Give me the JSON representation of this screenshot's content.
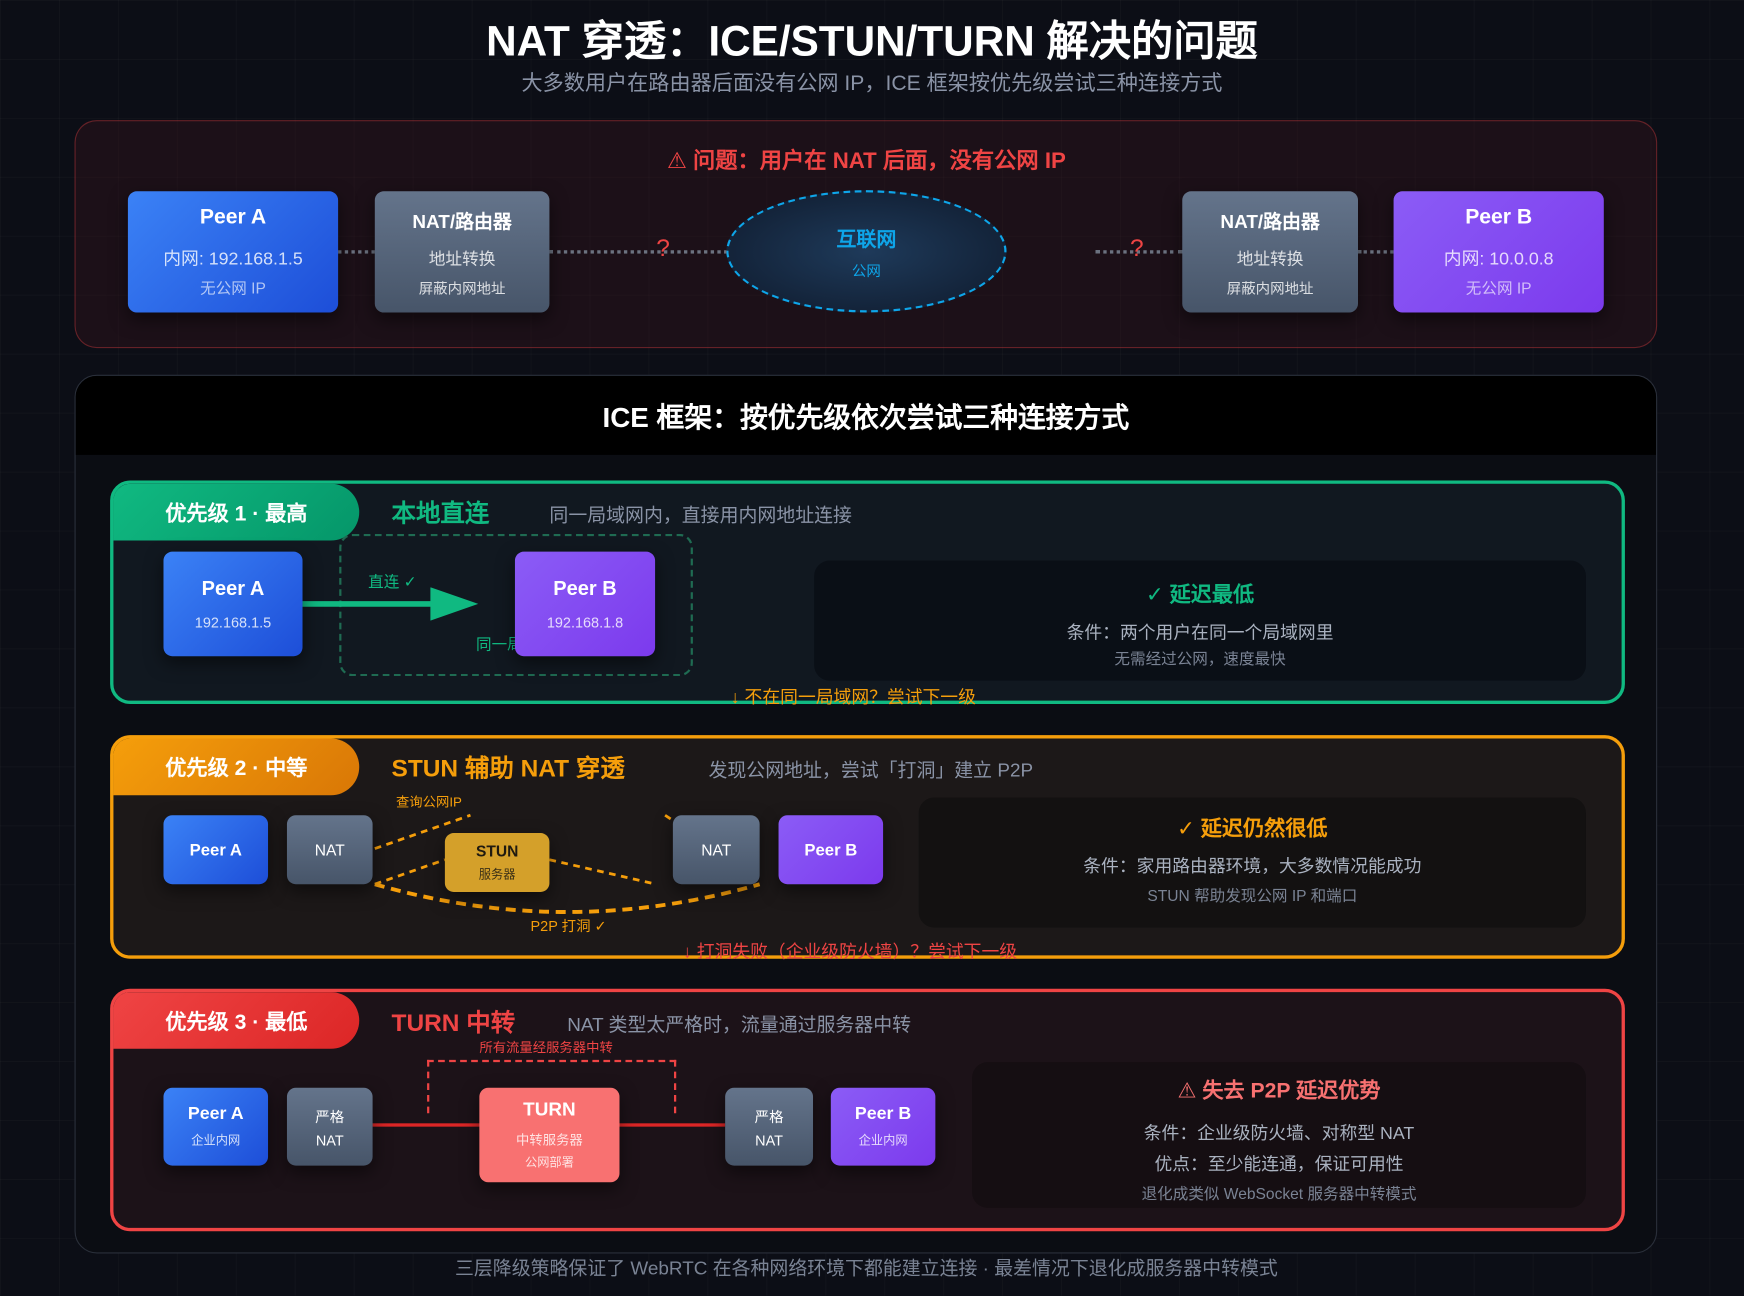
{
  "header": {
    "title": "NAT 穿透：ICE/STUN/TURN 解决的问题",
    "subtitle": "大多数用户在路由器后面没有公网 IP，ICE 框架按优先级尝试三种连接方式"
  },
  "problem": {
    "heading": "⚠ 问题：用户在 NAT 后面，没有公网 IP",
    "peer_a": {
      "name": "Peer A",
      "ip": "内网: 192.168.1.5",
      "note": "无公网 IP"
    },
    "nat_a": {
      "name": "NAT/路由器",
      "line1": "地址转换",
      "line2": "屏蔽内网地址"
    },
    "internet": {
      "name": "互联网",
      "sub": "公网"
    },
    "question": "?",
    "nat_b": {
      "name": "NAT/路由器",
      "line1": "地址转换",
      "line2": "屏蔽内网地址"
    },
    "peer_b": {
      "name": "Peer B",
      "ip": "内网: 10.0.0.8",
      "note": "无公网 IP"
    }
  },
  "ice": {
    "title": "ICE 框架：按优先级依次尝试三种连接方式"
  },
  "tier1": {
    "badge": "优先级 1 · 最高",
    "title": "本地直连",
    "desc": "同一局域网内，直接用内网地址连接",
    "peer_a": {
      "name": "Peer A",
      "ip": "192.168.1.5"
    },
    "peer_b": {
      "name": "Peer B",
      "ip": "192.168.1.8"
    },
    "arrow_label": "直连 ✓",
    "lan_label": "同一局",
    "panel": {
      "title": "✓ 延迟最低",
      "line1": "条件：两个用户在同一个局域网里",
      "line2": "无需经过公网，速度最快"
    },
    "fallback": "↓ 不在同一局域网？尝试下一级"
  },
  "tier2": {
    "badge": "优先级 2 · 中等",
    "title": "STUN 辅助 NAT 穿透",
    "desc": "发现公网地址，尝试「打洞」建立 P2P",
    "peer_a": "Peer A",
    "nat_a": "NAT",
    "stun": {
      "name": "STUN",
      "sub": "服务器"
    },
    "nat_b": "NAT",
    "peer_b": "Peer B",
    "query_label": "查询公网IP",
    "p2p_label": "P2P 打洞 ✓",
    "panel": {
      "title": "✓ 延迟仍然很低",
      "line1": "条件：家用路由器环境，大多数情况能成功",
      "line2": "STUN 帮助发现公网 IP 和端口"
    },
    "fallback": "↓ 打洞失败（企业级防火墙）？尝试下一级"
  },
  "tier3": {
    "badge": "优先级 3 · 最低",
    "title": "TURN 中转",
    "desc": "NAT 类型太严格时，流量通过服务器中转",
    "relay_label": "所有流量经服务器中转",
    "peer_a": {
      "name": "Peer A",
      "sub": "企业内网"
    },
    "nat_a": {
      "l1": "严格",
      "l2": "NAT"
    },
    "turn": {
      "name": "TURN",
      "sub1": "中转服务器",
      "sub2": "公网部署"
    },
    "nat_b": {
      "l1": "严格",
      "l2": "NAT"
    },
    "peer_b": {
      "name": "Peer B",
      "sub": "企业内网"
    },
    "panel": {
      "title": "⚠ 失去 P2P 延迟优势",
      "line1": "条件：企业级防火墙、对称型 NAT",
      "line2": "优点：至少能连通，保证可用性",
      "line3": "退化成类似 WebSocket 服务器中转模式"
    }
  },
  "footer": "三层降级策略保证了 WebRTC 在各种网络环境下都能建立连接 · 最差情况下退化成服务器中转模式",
  "colors": {
    "green": "#10b981",
    "orange": "#f59e0b",
    "red": "#ef4444",
    "blue": "#3b82f6",
    "purple": "#8b5cf6",
    "sky": "#0ea5e9"
  }
}
